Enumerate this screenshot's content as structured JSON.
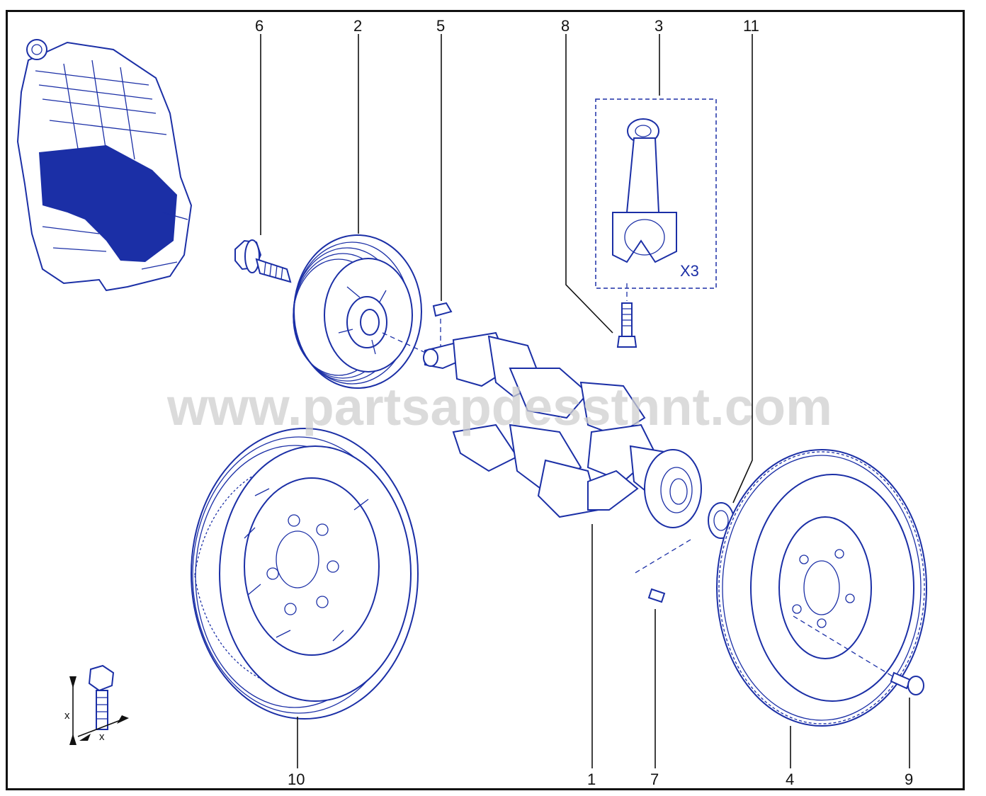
{
  "diagram": {
    "watermark": "www.partsapdesstnnt.com",
    "quantity_label": "X3",
    "dimension_label_vertical": "x",
    "dimension_label_horizontal": "x",
    "callouts": {
      "c6": "6",
      "c2": "2",
      "c5": "5",
      "c8": "8",
      "c3": "3",
      "c11": "11",
      "c10": "10",
      "c1": "1",
      "c7": "7",
      "c4": "4",
      "c9": "9"
    },
    "colors": {
      "line_art": "#1b2fa6",
      "frame": "#111111",
      "watermark": "#cfcfcf"
    }
  }
}
